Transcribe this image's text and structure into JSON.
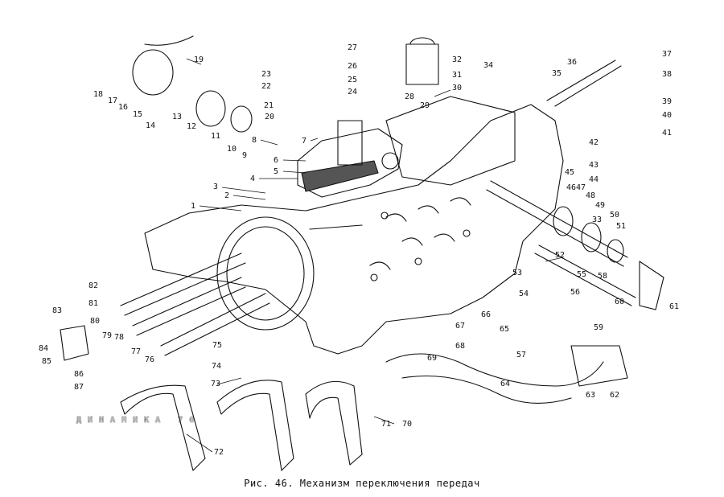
{
  "caption": "Рис. 46. Механизм переключения передач",
  "watermark": "ДИНАМИКА 76",
  "colors": {
    "ink": "#111111",
    "watermark": "#b9b9b9",
    "background": "#ffffff"
  },
  "callouts": [
    "1",
    "2",
    "3",
    "4",
    "5",
    "6",
    "7",
    "8",
    "9",
    "10",
    "11",
    "12",
    "13",
    "14",
    "15",
    "16",
    "17",
    "18",
    "19",
    "20",
    "21",
    "22",
    "23",
    "24",
    "25",
    "26",
    "27",
    "28",
    "29",
    "30",
    "31",
    "32",
    "33",
    "34",
    "35",
    "36",
    "37",
    "38",
    "39",
    "40",
    "41",
    "42",
    "43",
    "44",
    "45",
    "46",
    "47",
    "48",
    "49",
    "50",
    "51",
    "52",
    "53",
    "54",
    "55",
    "56",
    "57",
    "58",
    "59",
    "60",
    "61",
    "62",
    "63",
    "64",
    "65",
    "66",
    "67",
    "68",
    "69",
    "70",
    "71",
    "72",
    "73",
    "74",
    "75",
    "76",
    "77",
    "78",
    "79",
    "80",
    "81",
    "82",
    "83",
    "84",
    "85",
    "86",
    "87"
  ]
}
